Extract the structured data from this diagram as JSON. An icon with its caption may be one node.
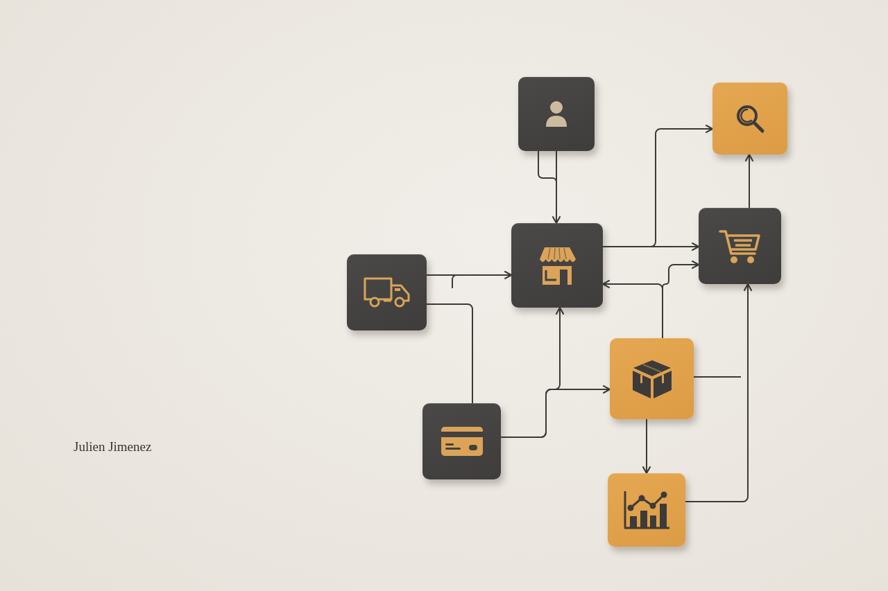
{
  "diagram": {
    "nodes": [
      {
        "text": [],
        "shape": "box"
      },
      {
        "text": [],
        "shape": "box"
      },
      {
        "text": [],
        "shape": "box"
      },
      {
        "text": [],
        "shape": "box"
      },
      {
        "text": [],
        "shape": "box"
      },
      {
        "text": [],
        "shape": "box"
      },
      {
        "text": [],
        "shape": "box"
      },
      {
        "text": [],
        "shape": "box"
      }
    ],
    "edges": [
      {
        "from": 0,
        "to": 2,
        "arrow": "to"
      },
      {
        "from": 4,
        "to": 2,
        "arrow": "to"
      },
      {
        "from": 4,
        "to": 6,
        "arrow": "none"
      },
      {
        "from": 6,
        "to": 2,
        "arrow": "to"
      },
      {
        "from": 6,
        "to": 5,
        "arrow": "to"
      },
      {
        "from": 2,
        "to": 3,
        "arrow": "to"
      },
      {
        "from": 2,
        "to": 1,
        "arrow": "to"
      },
      {
        "from": 3,
        "to": 1,
        "arrow": "to"
      },
      {
        "from": 5,
        "to": 2,
        "arrow": "to"
      },
      {
        "from": 5,
        "to": 3,
        "arrow": "to"
      },
      {
        "from": 5,
        "to": null,
        "arrow": "none"
      },
      {
        "from": 5,
        "to": 7,
        "arrow": "to"
      },
      {
        "from": 7,
        "to": 3,
        "arrow": "to"
      }
    ],
    "labels": [
      "Julien Jimenez"
    ]
  }
}
